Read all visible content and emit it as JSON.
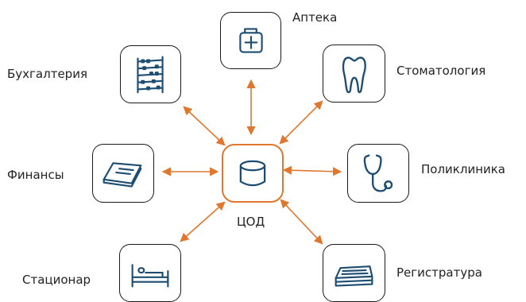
{
  "center": {
    "label": "ЦОД",
    "icon": "database-icon"
  },
  "nodes": [
    {
      "id": "pharmacy",
      "label": "Аптека",
      "icon": "first-aid-kit-icon"
    },
    {
      "id": "dentistry",
      "label": "Стоматология",
      "icon": "tooth-icon"
    },
    {
      "id": "clinic",
      "label": "Поликлиника",
      "icon": "stethoscope-icon"
    },
    {
      "id": "registry",
      "label": "Регистратура",
      "icon": "documents-icon"
    },
    {
      "id": "hospital",
      "label": "Стационар",
      "icon": "bed-icon"
    },
    {
      "id": "finance",
      "label": "Финансы",
      "icon": "money-icon"
    },
    {
      "id": "accounting",
      "label": "Бухгалтерия",
      "icon": "abacus-icon"
    }
  ],
  "colors": {
    "accent": "#e0772f",
    "icon": "#1e4d72",
    "border": "#1a1a1a"
  }
}
